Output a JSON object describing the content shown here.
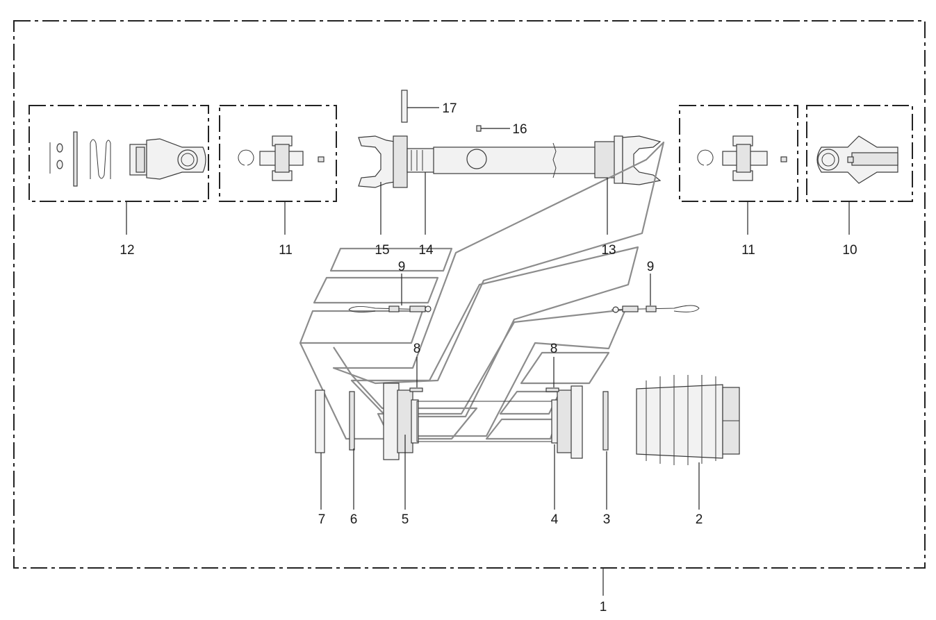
{
  "callouts": {
    "c1": "1",
    "c2": "2",
    "c3": "3",
    "c4": "4",
    "c5": "5",
    "c6": "6",
    "c7": "7",
    "c8a": "8",
    "c8b": "8",
    "c9a": "9",
    "c9b": "9",
    "c10": "10",
    "c11a": "11",
    "c11b": "11",
    "c12": "12",
    "c13": "13",
    "c14": "14",
    "c15": "15",
    "c16": "16",
    "c17": "17"
  },
  "colors": {
    "line": "#222222",
    "part_fill": "#f2f2f2",
    "guard_outline": "#8c8c8c"
  }
}
